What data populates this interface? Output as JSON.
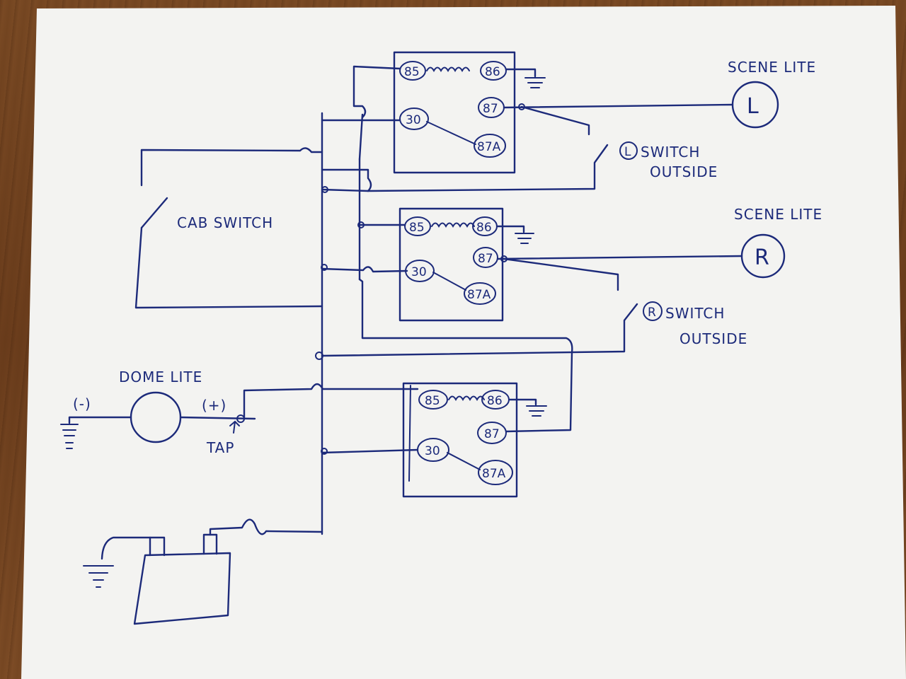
{
  "labels": {
    "scene_lite_left": "SCENE LITE",
    "scene_lite_right": "SCENE LITE",
    "lamp_left_letter": "L",
    "lamp_right_letter": "R",
    "switch_left_prefix": "L",
    "switch_left_line1": "SWITCH",
    "switch_left_line2": "OUTSIDE",
    "switch_right_prefix": "R",
    "switch_right_line1": "SWITCH",
    "switch_right_line2": "OUTSIDE",
    "cab_switch": "CAB SWITCH",
    "dome_lite": "DOME LITE",
    "dome_minus": "(-)",
    "dome_plus": "(+)",
    "tap": "TAP"
  },
  "relays": [
    {
      "name": "relay-top",
      "pins": {
        "p85": "85",
        "p86": "86",
        "p30": "30",
        "p87": "87",
        "p87a": "87A"
      }
    },
    {
      "name": "relay-middle",
      "pins": {
        "p85": "85",
        "p86": "86",
        "p30": "30",
        "p87": "87",
        "p87a": "87A"
      }
    },
    {
      "name": "relay-bottom",
      "pins": {
        "p85": "85",
        "p86": "86",
        "p30": "30",
        "p87": "87",
        "p87a": "87A"
      }
    }
  ],
  "colors": {
    "ink": "#1c2a7a",
    "paper": "#f3f3f1"
  }
}
